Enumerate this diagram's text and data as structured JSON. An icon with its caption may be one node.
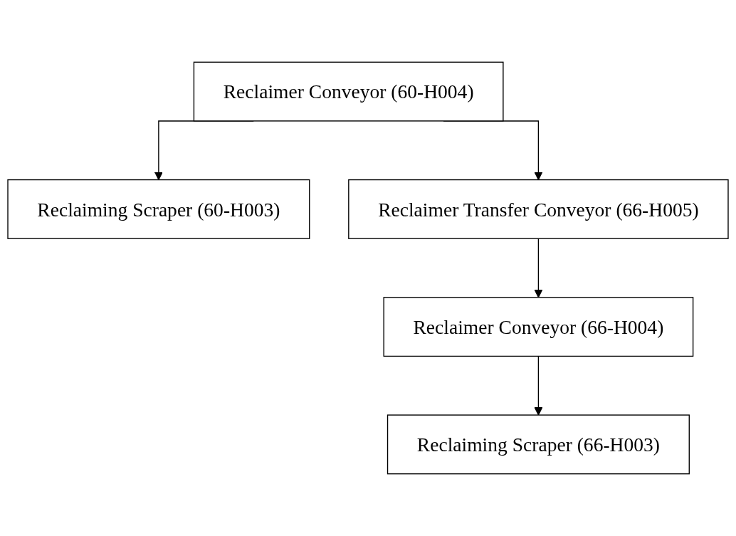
{
  "diagram": {
    "nodes": [
      {
        "text": [
          "Reclaimer Conveyor (60-H004)"
        ]
      },
      {
        "text": [
          "Reclaiming Scraper (60-H003)"
        ]
      },
      {
        "text": [
          "Reclaimer Transfer Conveyor (66-H005)"
        ]
      },
      {
        "text": [
          "Reclaimer Conveyor (66-H004)"
        ]
      },
      {
        "text": [
          "Reclaiming Scraper (66-H003)"
        ]
      }
    ],
    "edges": [
      {
        "from": 0,
        "to": 1,
        "arrow": "to"
      },
      {
        "from": 0,
        "to": 2,
        "arrow": "to"
      },
      {
        "from": 2,
        "to": 3,
        "arrow": "to"
      },
      {
        "from": 3,
        "to": 4,
        "arrow": "to"
      }
    ]
  }
}
